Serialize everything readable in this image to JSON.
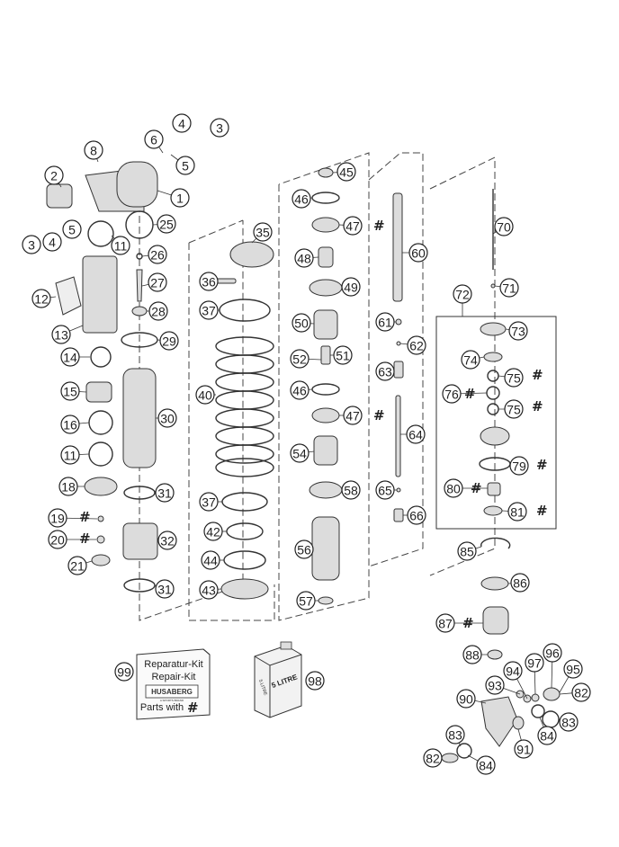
{
  "callouts": [
    "1",
    "2",
    "3",
    "4",
    "5",
    "6",
    "8",
    "11",
    "12",
    "13",
    "14",
    "15",
    "16",
    "18",
    "19",
    "20",
    "21",
    "25",
    "26",
    "27",
    "28",
    "29",
    "30",
    "31",
    "32",
    "35",
    "36",
    "37",
    "40",
    "42",
    "43",
    "44",
    "45",
    "46",
    "47",
    "48",
    "49",
    "50",
    "51",
    "52",
    "54",
    "56",
    "57",
    "58",
    "60",
    "61",
    "62",
    "63",
    "64",
    "65",
    "66",
    "70",
    "71",
    "72",
    "73",
    "74",
    "75",
    "76",
    "79",
    "80",
    "81",
    "82",
    "83",
    "84",
    "85",
    "86",
    "87",
    "88",
    "90",
    "91",
    "93",
    "94",
    "95",
    "96",
    "97",
    "98",
    "99"
  ],
  "hash_mark": "#",
  "kit": {
    "line1": "Reparatur-Kit",
    "line2": "Repair-Kit",
    "brand": "HUSABERG",
    "brand_sub": "A SPORTS BRAND",
    "footer": "Parts with",
    "hash": "#"
  },
  "oil_can": {
    "label": "5 LITRE",
    "side_label": "5 LITRE"
  }
}
